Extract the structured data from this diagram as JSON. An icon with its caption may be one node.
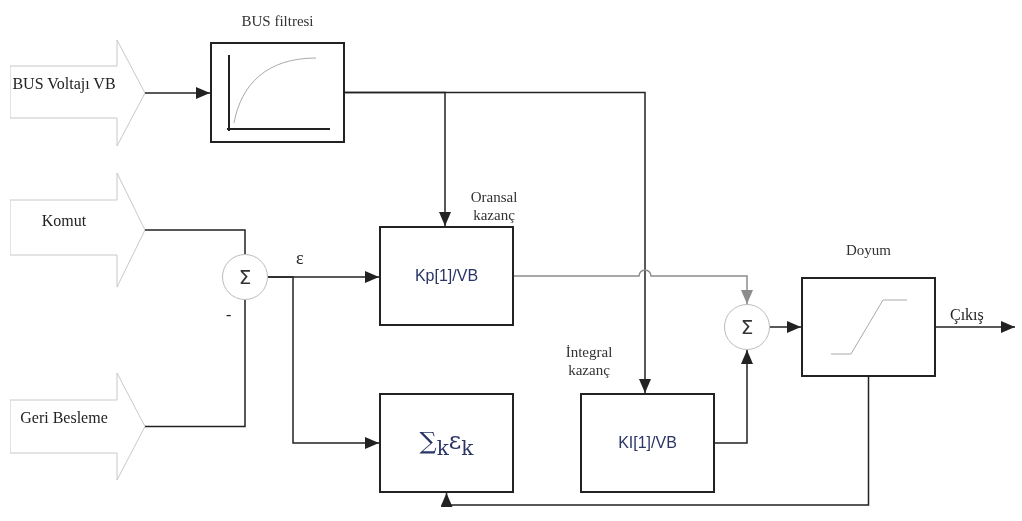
{
  "diagram": {
    "nodes": [
      {
        "text": [
          "BUS Voltajı VB"
        ]
      },
      {
        "text": [
          "BUS filtresi"
        ]
      },
      {
        "text": [
          "Komut"
        ]
      },
      {
        "text": [
          "Σ"
        ]
      },
      {
        "text": [
          "Geri Besleme"
        ]
      },
      {
        "text": [
          "Oransal kazanç",
          "Kp[1]/VB"
        ]
      },
      {
        "text": [
          "∑$_{k}$ε$_{k}$"
        ]
      },
      {
        "text": [
          "İntegral kazanç",
          "KI[1]/VB"
        ]
      },
      {
        "text": [
          "Σ"
        ]
      },
      {
        "text": [
          "Doyum"
        ]
      }
    ],
    "edges": [
      {
        "from": 0,
        "to": 1,
        "arrow": "to"
      },
      {
        "from": 1,
        "to": 5,
        "arrow": "to"
      },
      {
        "from": 1,
        "to": 7,
        "arrow": "to"
      },
      {
        "from": 2,
        "to": 3,
        "arrow": "none"
      },
      {
        "from": 4,
        "to": 3,
        "arrow": "none"
      },
      {
        "from": 3,
        "to": 5,
        "arrow": "to",
        "label": "ε"
      },
      {
        "from": 3,
        "to": 6,
        "arrow": "to"
      },
      {
        "from": 5,
        "to": 8,
        "arrow": "to",
        "color": "#8c8c8c"
      },
      {
        "from": 7,
        "to": 8,
        "arrow": "to"
      },
      {
        "from": 8,
        "to": 9,
        "arrow": "to"
      },
      {
        "from": 9,
        "to": null,
        "arrow": "to",
        "label": "Çıkış"
      },
      {
        "from": 9,
        "to": 6,
        "arrow": "to"
      }
    ],
    "labels": [
      "-"
    ]
  }
}
